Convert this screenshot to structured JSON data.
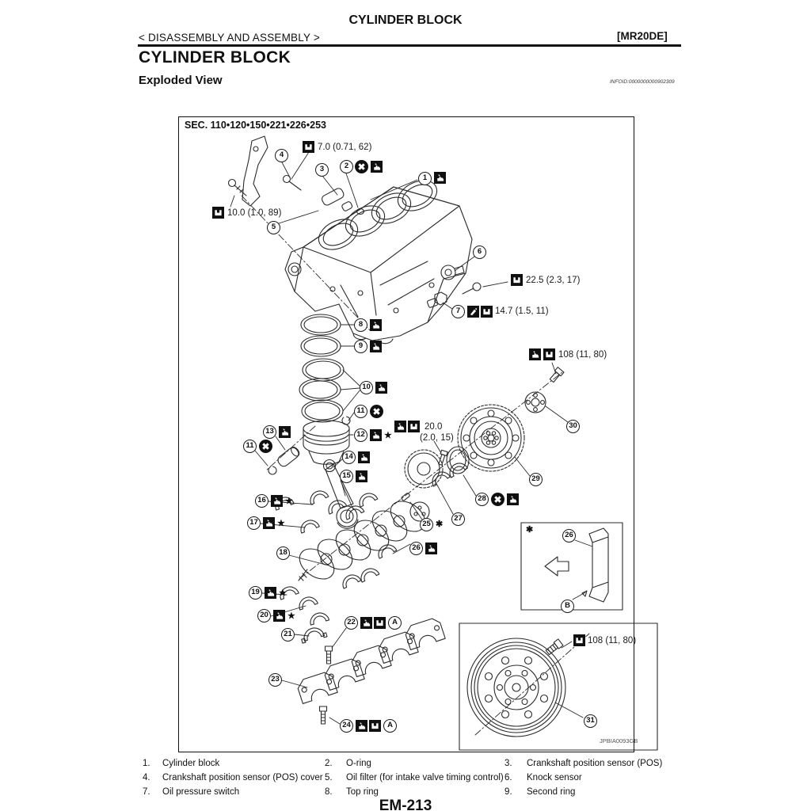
{
  "page": {
    "header_title": "CYLINDER BLOCK",
    "breadcrumb": "< DISASSEMBLY AND ASSEMBLY >",
    "model_code": "[MR20DE]",
    "section_title": "CYLINDER BLOCK",
    "subsection_title": "Exploded View",
    "infoid": "INFOID:0000000000902309",
    "page_code": "EM-213"
  },
  "diagram": {
    "sec_label": "SEC. 110•120•150•221•226•253",
    "figure_code": "JPBIA0093GB",
    "torques": {
      "t7_0": "7.0 (0.71, 62)",
      "t10_0": "10.0 (1.0, 89)",
      "t22_5": "22.5 (2.3, 17)",
      "t14_7": "14.7 (1.5, 11)",
      "t20_0_line1": "20.0",
      "t20_0_line2": "(2.0, 15)",
      "t108_driveplate": "108 (11, 80)",
      "t108_pulley": "108 (11, 80)"
    },
    "callouts": {
      "c1": "1",
      "c2": "2",
      "c3": "3",
      "c4": "4",
      "c5": "5",
      "c6": "6",
      "c7": "7",
      "c8": "8",
      "c9": "9",
      "c10": "10",
      "c11": "11",
      "c12": "12",
      "c13": "13",
      "c14": "14",
      "c15": "15",
      "c16": "16",
      "c17": "17",
      "c18": "18",
      "c19": "19",
      "c20": "20",
      "c21": "21",
      "c22": "22",
      "c23": "23",
      "c24": "24",
      "c25": "25",
      "c26": "26",
      "c27": "27",
      "c28": "28",
      "c29": "29",
      "c30": "30",
      "c31": "31"
    },
    "marks": {
      "star": "★",
      "asterisk": "✱",
      "ref_a": "A",
      "ref_b": "B"
    }
  },
  "legend": {
    "items": [
      {
        "num": "1.",
        "label": "Cylinder block"
      },
      {
        "num": "2.",
        "label": "O-ring"
      },
      {
        "num": "3.",
        "label": "Crankshaft position sensor (POS)"
      },
      {
        "num": "4.",
        "label": "Crankshaft position sensor (POS) cover"
      },
      {
        "num": "5.",
        "label": "Oil filter (for intake valve timing control)"
      },
      {
        "num": "6.",
        "label": "Knock sensor"
      },
      {
        "num": "7.",
        "label": "Oil pressure switch"
      },
      {
        "num": "8.",
        "label": "Top ring"
      },
      {
        "num": "9.",
        "label": "Second ring"
      }
    ]
  }
}
